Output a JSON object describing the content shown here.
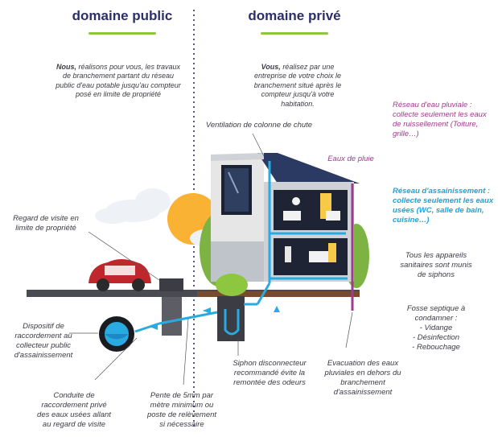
{
  "headings": {
    "public": "domaine public",
    "private": "domaine privé"
  },
  "intro": {
    "public_lead": "Nous,",
    "public_text": " réalisons pour vous, les travaux de branchement partant du réseau public d'eau potable jusqu'au compteur posé en limite de propriété",
    "private_lead": "Vous,",
    "private_text": " réalisez par une entreprise de votre choix le branchement situé après le compteur jusqu'à votre habitation."
  },
  "labels": {
    "ventilation": "Ventilation de colonne de chute",
    "eaux_de_pluie": "Eaux de pluie",
    "reseau_pluvial": "Réseau d'eau pluviale :\ncollecte seulement les eaux\nde ruissellement (Toiture,\ngrille…)",
    "reseau_assainissement": "Réseau d'assainissement :\ncollecte seulement les eaux\nusées (WC, salle de bain,\ncuisine…)",
    "appareils": "Tous les appareils\nsanitaires sont munis\nde siphons",
    "fosse": "Fosse septique à\ncondamner :\n- Vidange\n- Désinfection\n- Rebouchage",
    "regard": "Regard de visite en\nlimite de propriété",
    "dispositif": "Dispositif de\nraccordement au\ncollecteur public\nd'assainissement",
    "conduite": "Conduite de\nraccordement privé\ndes eaux usées allant\nau regard de visite",
    "pente": "Pente de 5mm par\nmètre minimum ou\nposte de relèvement\nsi nécessaire",
    "siphon": "Siphon disconnecteur\nrecommandé évite la\nremontée des odeurs",
    "evacuation": "Evacuation des eaux\npluviales en dehors du\nbranchement\nd'assainissement"
  },
  "colors": {
    "heading": "#2b2f6b",
    "accent_green": "#8dc63f",
    "pluvial": "#a03a8c",
    "assainissement": "#1aa3e0",
    "pipe": "#29abe2"
  }
}
